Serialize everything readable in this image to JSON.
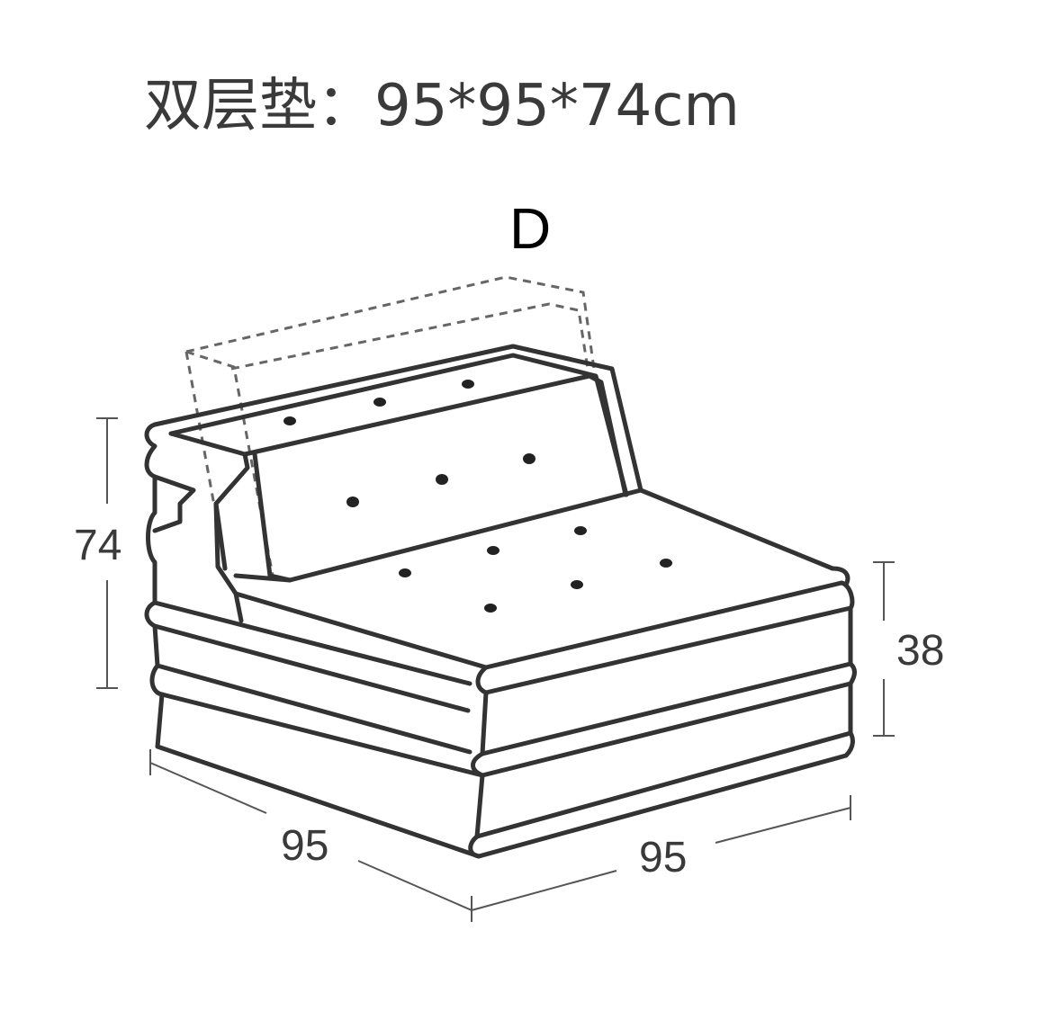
{
  "title": "双层垫：95*95*74cm",
  "variant_label": "D",
  "dimensions": {
    "total_height": "74",
    "seat_height": "38",
    "depth": "95",
    "width": "95"
  },
  "colors": {
    "line": "#333333",
    "text": "#3a3a3a"
  }
}
